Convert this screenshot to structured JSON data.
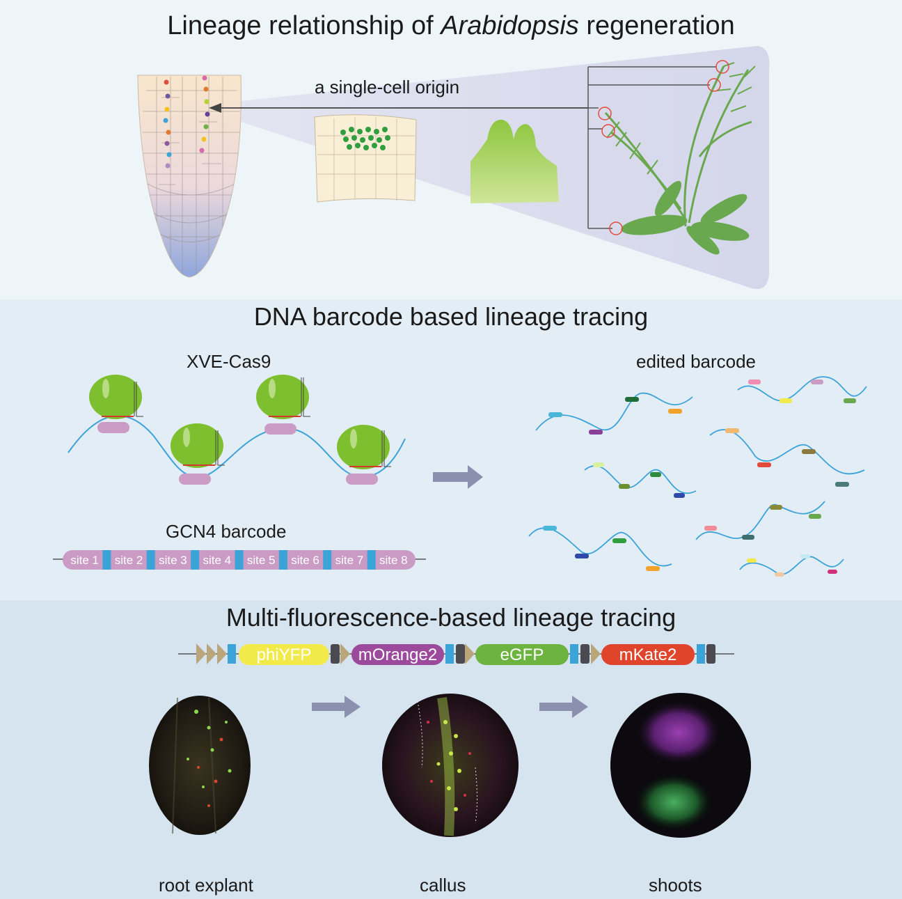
{
  "top": {
    "title_prefix": "Lineage relationship of ",
    "title_italic": "Arabidopsis",
    "title_suffix": " regeneration",
    "origin_label": "a single-cell origin"
  },
  "middle": {
    "title": "DNA barcode based lineage tracing",
    "cas9_label": "XVE-Cas9",
    "edited_label": "edited barcode",
    "gcn4_label": "GCN4 barcode",
    "sites": [
      "site 1",
      "site 2",
      "site 3",
      "site 4",
      "site 5",
      "site 6",
      "site 7",
      "site 8"
    ]
  },
  "bottom": {
    "title": "Multi-fluorescence-based lineage tracing",
    "construct": [
      {
        "name": "phiYFP",
        "color": "#f2ea4a"
      },
      {
        "name": "mOrange2",
        "color": "#9b4a9c"
      },
      {
        "name": "eGFP",
        "color": "#6db33f"
      },
      {
        "name": "mKate2",
        "color": "#e0442b"
      }
    ],
    "stages": [
      "root explant",
      "callus",
      "shoots"
    ]
  },
  "colors": {
    "blue_line": "#3ba3d8",
    "pink_block": "#c99bc5",
    "cas9_green": "#7dbf2e",
    "arrow_gray": "#8a90ad"
  }
}
